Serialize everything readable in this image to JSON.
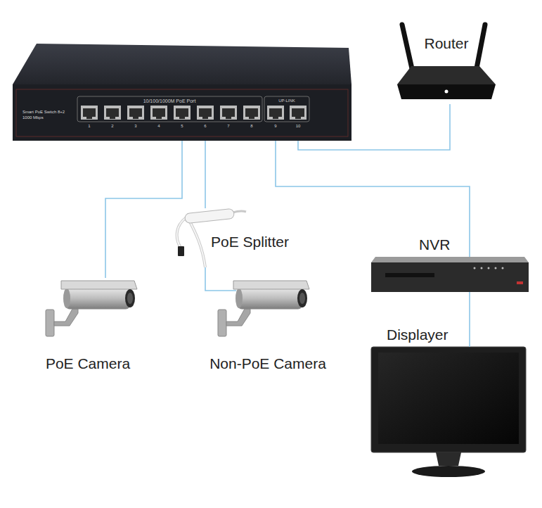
{
  "diagram": {
    "nodes": [
      {
        "text": [
          "Smart PoE Switch 8+2 1000 Mbps",
          "10/100/1000M PoE Port",
          "UP-LINK"
        ]
      },
      {
        "text": [
          "Router"
        ]
      },
      {
        "text": [
          "PoE Splitter"
        ]
      },
      {
        "text": [
          "NVR"
        ]
      },
      {
        "text": [
          "PoE Camera"
        ]
      },
      {
        "text": [
          "Non-PoE Camera"
        ]
      },
      {
        "text": [
          "Displayer"
        ]
      }
    ],
    "edges": [
      {
        "from": 0,
        "to": 4,
        "arrow": "none"
      },
      {
        "from": 0,
        "to": 2,
        "arrow": "none"
      },
      {
        "from": 2,
        "to": 5,
        "arrow": "none"
      },
      {
        "from": 0,
        "to": 3,
        "arrow": "none"
      },
      {
        "from": 0,
        "to": 1,
        "arrow": "none"
      },
      {
        "from": 3,
        "to": 6,
        "arrow": "none"
      }
    ],
    "labels": [
      "1",
      "2",
      "3",
      "4",
      "5",
      "6",
      "7",
      "8",
      "9",
      "10"
    ]
  }
}
